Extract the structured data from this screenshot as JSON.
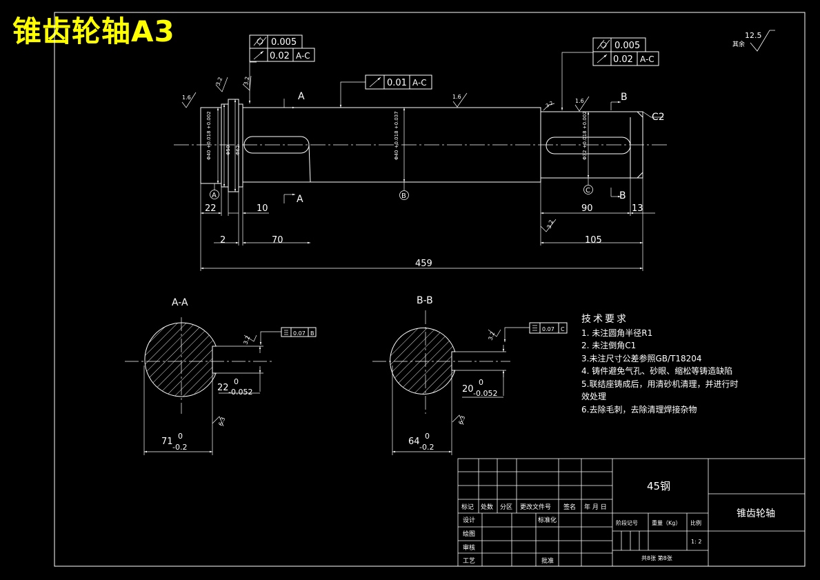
{
  "title": "锥齿轮轴A3",
  "roughness_general": {
    "value": "12.5",
    "label": "其余"
  },
  "main_view": {
    "tol_left_1": {
      "value": "0.005"
    },
    "tol_left_2": {
      "value": "0.02",
      "datum": "A-C"
    },
    "tol_mid": {
      "value": "0.01",
      "datum": "A-C"
    },
    "tol_right_1": {
      "value": "0.005"
    },
    "tol_right_2": {
      "value": "0.02",
      "datum": "A-C"
    },
    "rough_1": "1.6",
    "rough_2": "3.2",
    "rough_3": "3.2",
    "rough_4": "1.6",
    "rough_5": "1.6",
    "rough_6": "3.2",
    "rough_7": "3.2",
    "section_a": "A",
    "section_b": "B",
    "datum_a": "A",
    "datum_b": "B",
    "datum_c": "C",
    "chamfer": "C2",
    "dia_1": "Φ40 +0.018 +0.002",
    "dia_2": "Φ50",
    "dia_3": "Φ62",
    "dia_4": "Φ40 +0.018 +0.037",
    "dia_5": "Φ32 +0.018 +0.002",
    "dim_22": "22",
    "dim_10": "10",
    "dim_2": "2",
    "dim_70": "70",
    "dim_90": "90",
    "dim_13": "13",
    "dim_105": "105",
    "dim_459": "459"
  },
  "section_aa": {
    "label": "A-A",
    "tol": {
      "value": "0.07",
      "datum": "B"
    },
    "rough_1": "3.2",
    "rough_2": "6.3",
    "width_dim": "22",
    "width_tol_upper": "0",
    "width_tol_lower": "-0.052",
    "depth_dim": "71",
    "depth_tol_upper": "0",
    "depth_tol_lower": "-0.2"
  },
  "section_bb": {
    "label": "B-B",
    "tol": {
      "value": "0.07",
      "datum": "C"
    },
    "rough_1": "3.2",
    "rough_2": "6.3",
    "width_dim": "20",
    "width_tol_upper": "0",
    "width_tol_lower": "-0.052",
    "depth_dim": "64",
    "depth_tol_upper": "0",
    "depth_tol_lower": "-0.2"
  },
  "requirements": {
    "heading": "技术要求",
    "items": [
      "1. 未注圆角半径R1",
      "2. 未注倒角C1",
      "3.未注尺寸公差参照GB/T18204",
      "4. 铸件避免气孔、砂眼、缩松等铸造缺陷",
      "5.联结座铸成后，用清砂机清理，并进行时",
      "效处理",
      "6.去除毛刺，去除清理焊接杂物"
    ]
  },
  "title_block": {
    "material": "45钢",
    "part_name": "锥齿轮轴",
    "h_mark": "标记",
    "h_count": "处数",
    "h_zone": "分区",
    "h_doc": "更改文件号",
    "h_sign": "签名",
    "h_date": "年 月 日",
    "design": "设计",
    "standardize": "标准化",
    "draw": "绘图",
    "review": "审核",
    "process": "工艺",
    "approve": "批准",
    "stage": "阶段记号",
    "weight": "重量（Kg）",
    "scale_label": "比例",
    "scale": "1: 2",
    "sheets": "共8张 第8张"
  }
}
